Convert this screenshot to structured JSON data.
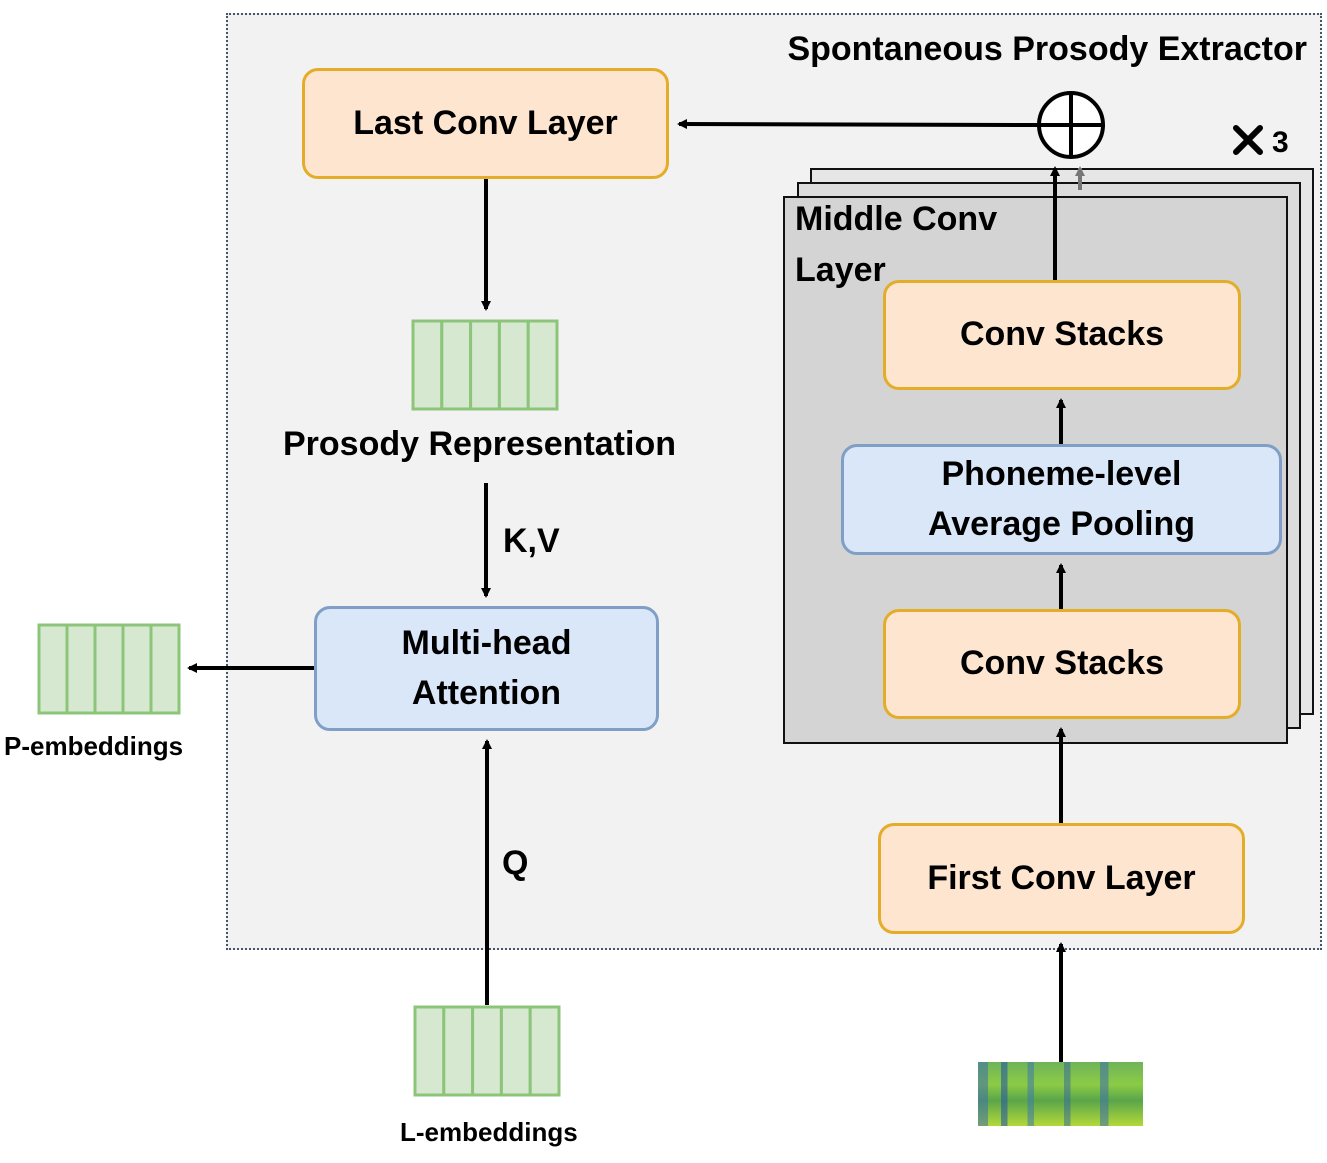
{
  "extractor_title": "Spontaneous Prosody Extractor",
  "repeat_count": "3",
  "nodes": {
    "last_conv": "Last Conv Layer",
    "middle_conv": "Middle Conv\nLayer",
    "conv_stacks_top": "Conv Stacks",
    "phoneme_pooling": "Phoneme-level\nAverage Pooling",
    "conv_stacks_bottom": "Conv Stacks",
    "first_conv": "First Conv Layer",
    "attention": "Multi-head\nAttention"
  },
  "labels": {
    "prosody_representation": "Prosody Representation",
    "kv": "K,V",
    "q": "Q",
    "p_embeddings": "P-embeddings",
    "l_embeddings": "L-embeddings"
  },
  "colors": {
    "orange_fill": "#fde5cf",
    "orange_border": "#e3ad2a",
    "blue_fill": "#dae7f8",
    "blue_border": "#7f9fc7",
    "embedding_fill": "#d6e9d0",
    "embedding_border": "#8cc57a"
  },
  "icons": {
    "sum_node": "circled-plus-icon",
    "repeat": "multiply-icon"
  }
}
